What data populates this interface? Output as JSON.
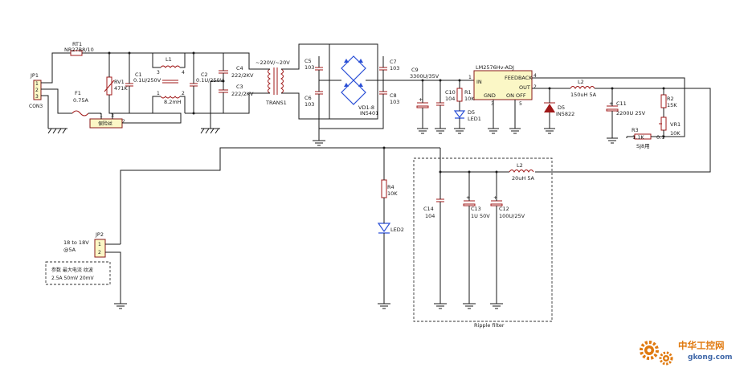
{
  "labels": {
    "jp1_ref": "JP1",
    "jp1_type": "CON3",
    "jp1_pin1": "1",
    "jp1_pin2": "2",
    "jp1_pin3": "3",
    "rt1_ref": "RT1",
    "rt1_val": "NR27B8/10",
    "f1_ref": "F1",
    "f1_val": "0.75A",
    "rv1_ref": "RV1",
    "rv1_val": "471K",
    "c1_ref": "C1",
    "c1_val": "0.1U/250V",
    "l1_ref": "L1",
    "l1_val": "8.2mH",
    "l1_p1": "1",
    "l1_p2": "2",
    "l1_p3": "3",
    "l1_p4": "4",
    "c2_ref": "C2",
    "c2_val": "0.1U/250V",
    "c4_ref": "C4",
    "c4_val": "222/2KV",
    "c3_ref": "C3",
    "c3_val": "222/2KV",
    "fuse_box_label": "保险丝",
    "fuse_p1": "1",
    "fuse_p2": "3",
    "fuse_p3": "2",
    "tr_ref": "TRANS1",
    "tr_val": "~220V/~20V",
    "c5_ref": "C5",
    "c5_val": "103",
    "c6_ref": "C6",
    "c6_val": "103",
    "c7_ref": "C7",
    "c7_val": "103",
    "c8_ref": "C8",
    "c8_val": "103",
    "bridge_ref": "VD1-8",
    "bridge_val": "IN5401",
    "c9_ref": "C9",
    "c9_val": "3300U/35V",
    "c10_ref": "C10",
    "c10_val": "104",
    "r1_ref": "R1",
    "r1_val": "10K",
    "d5led_ref": "D5",
    "led1_ref": "LED1",
    "u1_ref": "LM2576Hv-ADJ",
    "u1_in": "IN",
    "u1_fb": "FEEDBACK",
    "u1_out": "OUT",
    "u1_gnd": "GND",
    "u1_onoff": "ON OFF",
    "u1_p1": "1",
    "u1_p2": "2",
    "u1_p3": "3",
    "u1_p4": "4",
    "u1_p5": "5",
    "d5_ref": "D5",
    "d5_val": "IN5822",
    "l2a_ref": "L2",
    "l2a_val": "150uH 5A",
    "c11_ref": "C11",
    "c11_val": "2200U 25V",
    "r3_ref": "R3",
    "r3_val": "1.1K",
    "r3_val2": "0.1",
    "r3_sub": "SJ8用",
    "r2_ref": "R2",
    "r2_val": "15K",
    "vr1_ref": "VR1",
    "vr1_val": "10K",
    "r4_ref": "R4",
    "r4_val": "10K",
    "led2_ref": "LED2",
    "l2b_ref": "L2",
    "l2b_val": "20uH 5A",
    "c14_ref": "C14",
    "c14_val": "104",
    "c13_ref": "C13",
    "c13_val": "1U 50V",
    "c12_ref": "C12",
    "c12_val": "100U/25V",
    "filter_label": "Ripple filter",
    "jp2_ref": "JP2",
    "jp2_pin1": "1",
    "jp2_pin2": "2",
    "jp2_note1": "18 to 18V",
    "jp2_note2": "@5A",
    "note_line1": "参数  最大电流  纹波",
    "note_line2": "2.5A  50mV  20mV",
    "watermark_cn": "中华工控网",
    "watermark_url": "gkong.com"
  },
  "colors": {
    "wire": "#1a1a1a",
    "component": "#a01818",
    "diode": "#2a4fd6",
    "watermark": "#e07a10"
  }
}
